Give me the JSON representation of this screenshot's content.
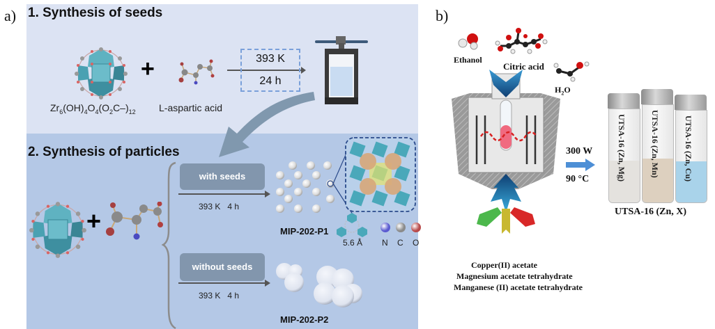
{
  "panel_a": {
    "label": "a)",
    "section1": {
      "title": "1. Synthesis of seeds",
      "cluster_label_html": "Zr<sub>6</sub>(OH)<sub>4</sub>O<sub>4</sub>(O<sub>2</sub>C–)<sub>12</sub>",
      "ligand_label": "L-aspartic acid",
      "plus": "+",
      "temperature": "393 K",
      "time": "24 h"
    },
    "section2": {
      "title": "2. Synthesis of particles",
      "plus": "+",
      "route_with": {
        "label": "with seeds",
        "conditions": "393 K   4 h",
        "product": "MIP-202-P1"
      },
      "route_without": {
        "label": "without seeds",
        "conditions": "393 K   4 h",
        "product": "MIP-202-P2"
      },
      "pore_size": "5.6 Å",
      "legend": [
        {
          "symbol": "N",
          "color": "#5a5ad0"
        },
        {
          "symbol": "C",
          "color": "#8a8a8a"
        },
        {
          "symbol": "O",
          "color": "#b84a4a"
        }
      ]
    }
  },
  "panel_b": {
    "label": "b)",
    "reagents_top": [
      "Ethanol",
      "Citric acid",
      "H2O"
    ],
    "conditions": {
      "power": "300 W",
      "temperature": "90 °C"
    },
    "vials": [
      {
        "label": "UTSA-16 (Zn, Mg)",
        "powder_color": "#e4e2de"
      },
      {
        "label": "UTSA-16 (Zn, Mn)",
        "powder_color": "#ddd0bf"
      },
      {
        "label": "UTSA-16 (Zn, Cu)",
        "powder_color": "#a9d3ea"
      }
    ],
    "product_label": "UTSA-16 (Zn, X)",
    "reagents_bottom": [
      "Copper(II) acetate",
      "Magnesium acetate tetrahydrate",
      "Manganese (II) acetate tetrahydrate"
    ]
  }
}
